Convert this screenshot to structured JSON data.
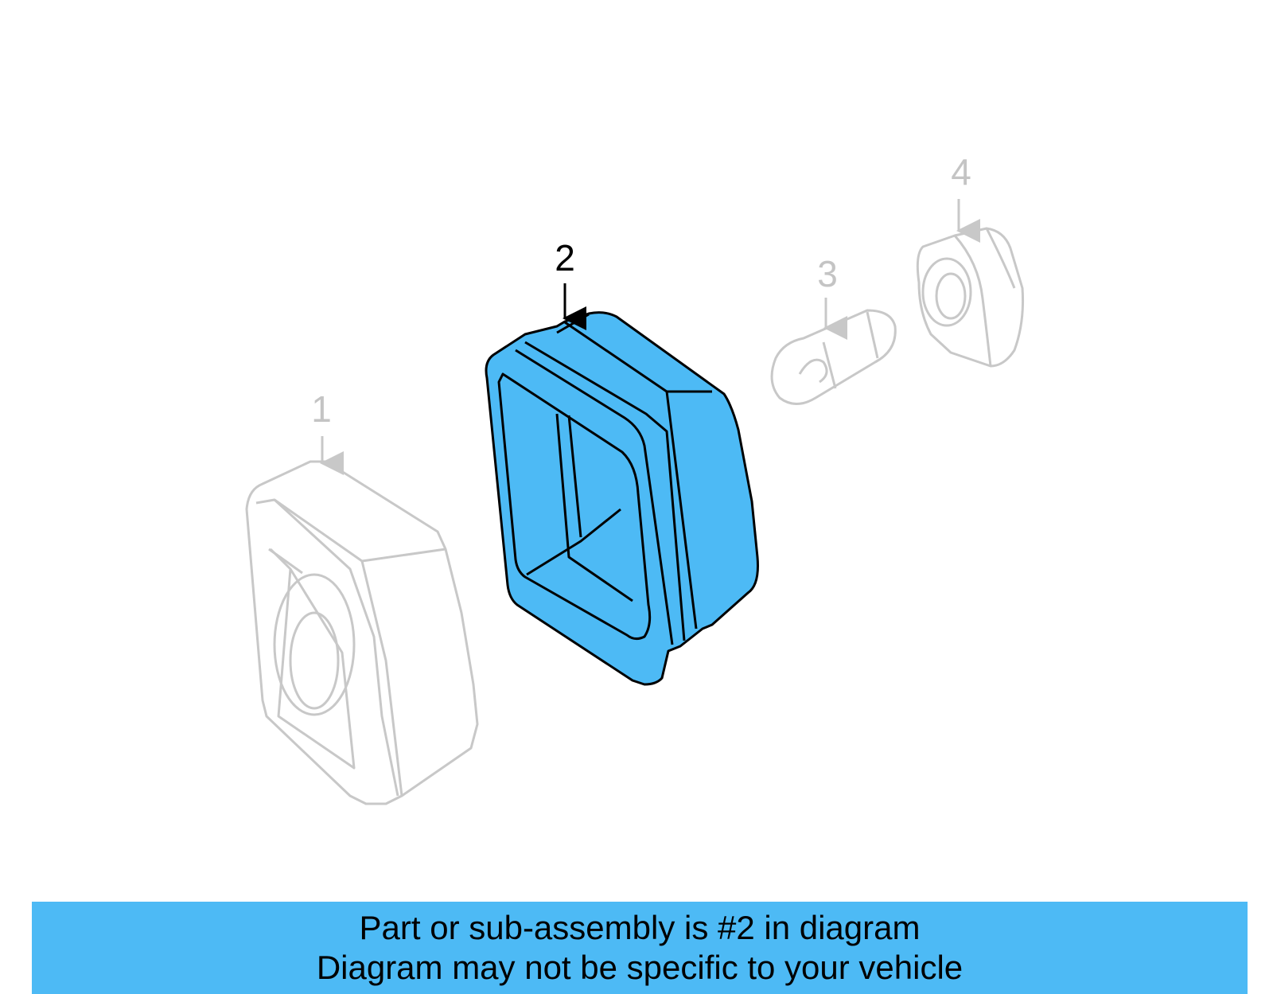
{
  "diagram": {
    "callouts": [
      {
        "number": "1",
        "highlighted": false
      },
      {
        "number": "2",
        "highlighted": true
      },
      {
        "number": "3",
        "highlighted": false
      },
      {
        "number": "4",
        "highlighted": false
      }
    ],
    "colors": {
      "highlight_fill": "#4dbaf5",
      "muted_stroke": "#c8c8c8",
      "active_stroke": "#000000"
    }
  },
  "footer": {
    "line1": "Part or sub-assembly is #2 in diagram",
    "line2": "Diagram may not be specific to your vehicle",
    "background": "#4dbaf5"
  }
}
